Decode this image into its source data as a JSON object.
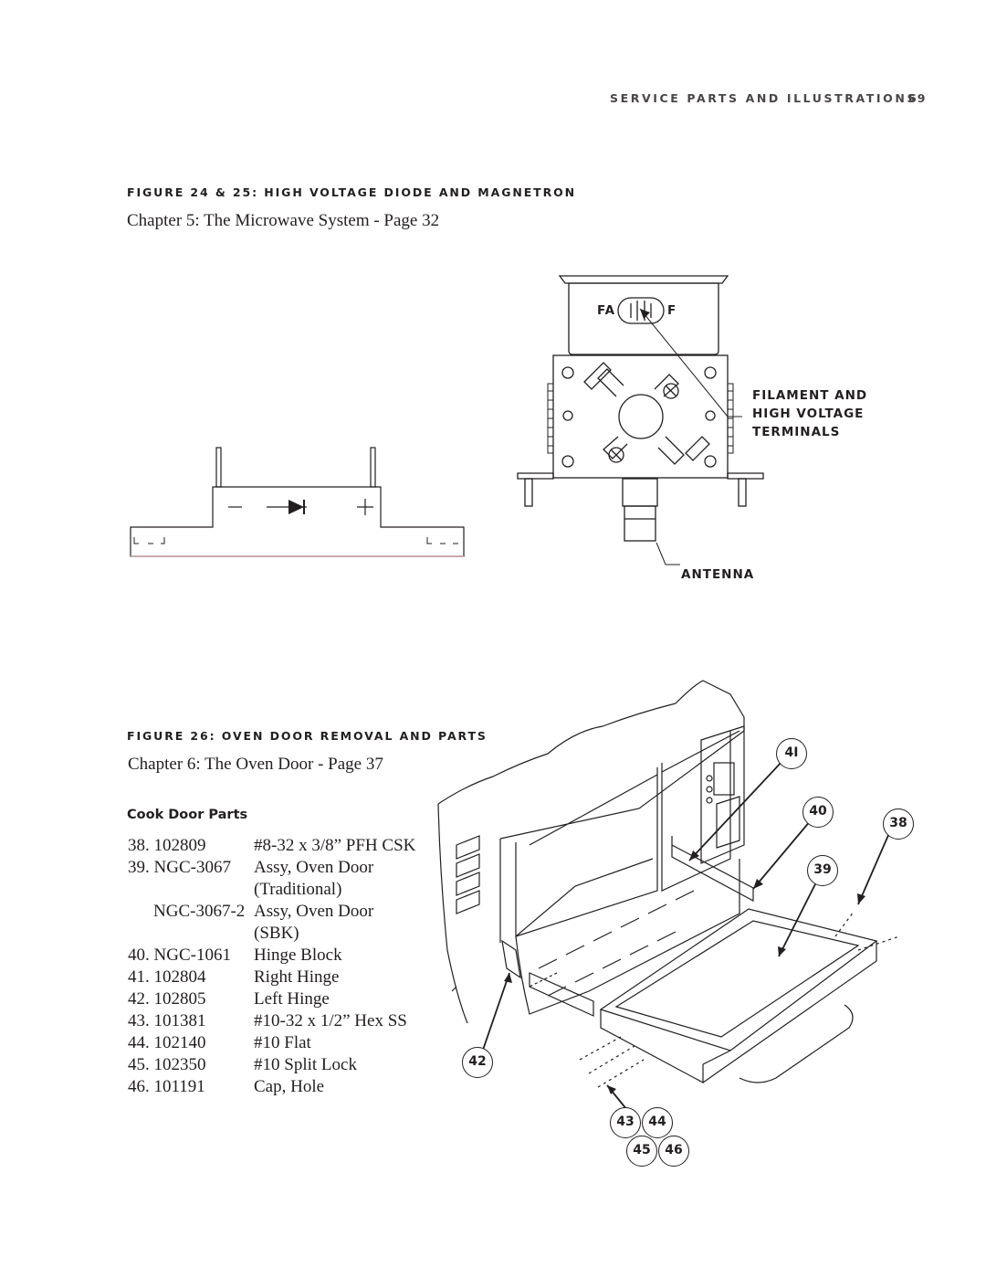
{
  "header": {
    "section": "SERVICE PARTS AND ILLUSTRATIONS",
    "page_number": "69"
  },
  "figure_24_25": {
    "title": "FIGURE 24 & 25: HIGH VOLTAGE DIODE AND MAGNETRON",
    "chapter_ref": "Chapter 5: The Microwave System - Page 32",
    "label_fa": "FA",
    "label_f": "F",
    "label_terminals": [
      "FILAMENT AND",
      "HIGH VOLTAGE",
      "TERMINALS"
    ],
    "label_antenna": "ANTENNA"
  },
  "figure_26": {
    "title": "FIGURE 26: OVEN DOOR REMOVAL AND PARTS",
    "chapter_ref": "Chapter 6: The Oven Door - Page 37",
    "parts_heading": "Cook Door Parts",
    "parts": [
      {
        "num": "38. 102809",
        "desc": "#8-32 x 3/8” PFH CSK"
      },
      {
        "num": "39. NGC-3067",
        "desc": "Assy, Oven Door"
      },
      {
        "num": "",
        "desc": "(Traditional)"
      },
      {
        "num": "NGC-3067-2",
        "desc": "Assy, Oven Door"
      },
      {
        "num": "",
        "desc": "(SBK)"
      },
      {
        "num": "40. NGC-1061",
        "desc": "Hinge Block"
      },
      {
        "num": "41. 102804",
        "desc": "Right Hinge"
      },
      {
        "num": "42. 102805",
        "desc": "Left Hinge"
      },
      {
        "num": "43. 101381",
        "desc": "#10-32 x 1/2” Hex SS"
      },
      {
        "num": "44. 102140",
        "desc": "#10 Flat"
      },
      {
        "num": "45. 102350",
        "desc": "#10 Split Lock"
      },
      {
        "num": "46. 101191",
        "desc": "Cap, Hole"
      }
    ],
    "callouts": {
      "c41": "4I",
      "c40": "40",
      "c38": "38",
      "c39": "39",
      "c42": "42",
      "c43": "43",
      "c44": "44",
      "c45": "45",
      "c46": "46"
    }
  }
}
